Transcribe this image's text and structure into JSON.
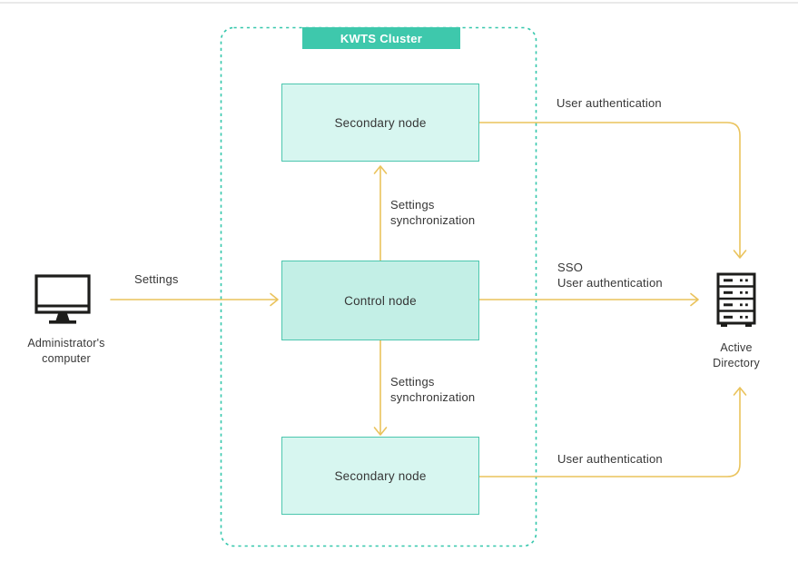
{
  "colors": {
    "teal_accent": "#3EC8AC",
    "cluster_dashed_border": "#35C7AC",
    "secondary_node_fill": "#D7F6F0",
    "control_node_fill": "#C3EFE6",
    "node_border": "#4CC6AE",
    "arrow_yellow": "#EAC35C",
    "text_dark": "#363636",
    "icon_dark": "#1D1D1B",
    "top_divider": "#E9E9E9"
  },
  "cluster": {
    "label": "KWTS Cluster"
  },
  "nodes": {
    "secondary_top": {
      "label": "Secondary node"
    },
    "control": {
      "label": "Control node"
    },
    "secondary_bottom": {
      "label": "Secondary node"
    }
  },
  "endpoints": {
    "admin_computer": {
      "icon": "monitor-icon",
      "label_line1": "Administrator's",
      "label_line2": "computer"
    },
    "active_directory": {
      "icon": "server-icon",
      "label_line1": "Active",
      "label_line2": "Directory"
    }
  },
  "edges": {
    "settings": {
      "label": "Settings",
      "from": "admin_computer",
      "to": "control"
    },
    "sync_up": {
      "label_line1": "Settings",
      "label_line2": "synchronization",
      "from": "control",
      "to": "secondary_top"
    },
    "sync_down": {
      "label_line1": "Settings",
      "label_line2": "synchronization",
      "from": "control",
      "to": "secondary_bottom"
    },
    "auth_top": {
      "label": "User authentication",
      "from": "secondary_top",
      "to": "active_directory"
    },
    "sso_auth": {
      "label_line1": "SSO",
      "label_line2": "User authentication",
      "from": "control",
      "to": "active_directory"
    },
    "auth_bottom": {
      "label": "User authentication",
      "from": "secondary_bottom",
      "to": "active_directory"
    }
  }
}
